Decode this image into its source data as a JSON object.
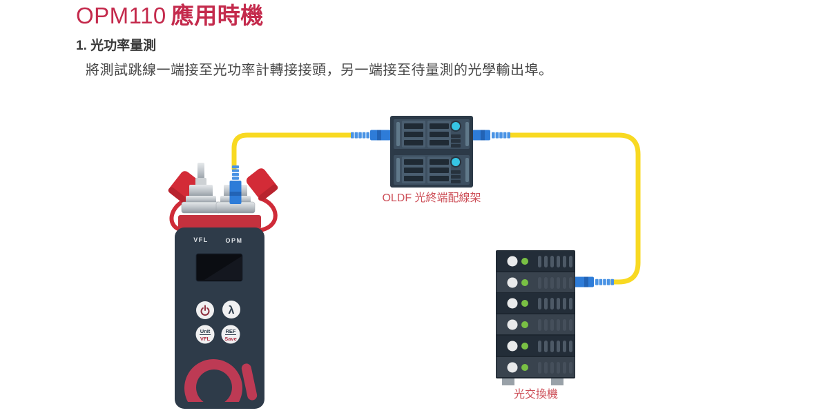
{
  "header": {
    "title_model": "OPM110",
    "title_suffix": "應用時機",
    "step_label": "1. 光功率量測",
    "step_desc": "將測試跳線一端接至光功率計轉接接頭，另一端接至待量測的光學輸出埠。"
  },
  "meter": {
    "vfl_port_label": "VFL",
    "opm_port_label": "OPM",
    "btn_lambda": "λ",
    "btn_unit_top": "Unit",
    "btn_unit_bottom": "VFL",
    "btn_ref_top": "REF",
    "btn_ref_bottom": "Save"
  },
  "oldf": {
    "label": "OLDF 光終端配線架"
  },
  "switch": {
    "label": "光交換機"
  },
  "colors": {
    "title_red": "#c42a4c",
    "label_red": "#cd4f58",
    "cable_yellow": "#f8d922",
    "connector_blue": "#2e7cd8",
    "device_navy": "#2e3b49",
    "cap_red": "#d32b37",
    "swoosh_red": "#bd3a54",
    "led_cyan": "#36c5e4",
    "led_green": "#79c044"
  }
}
